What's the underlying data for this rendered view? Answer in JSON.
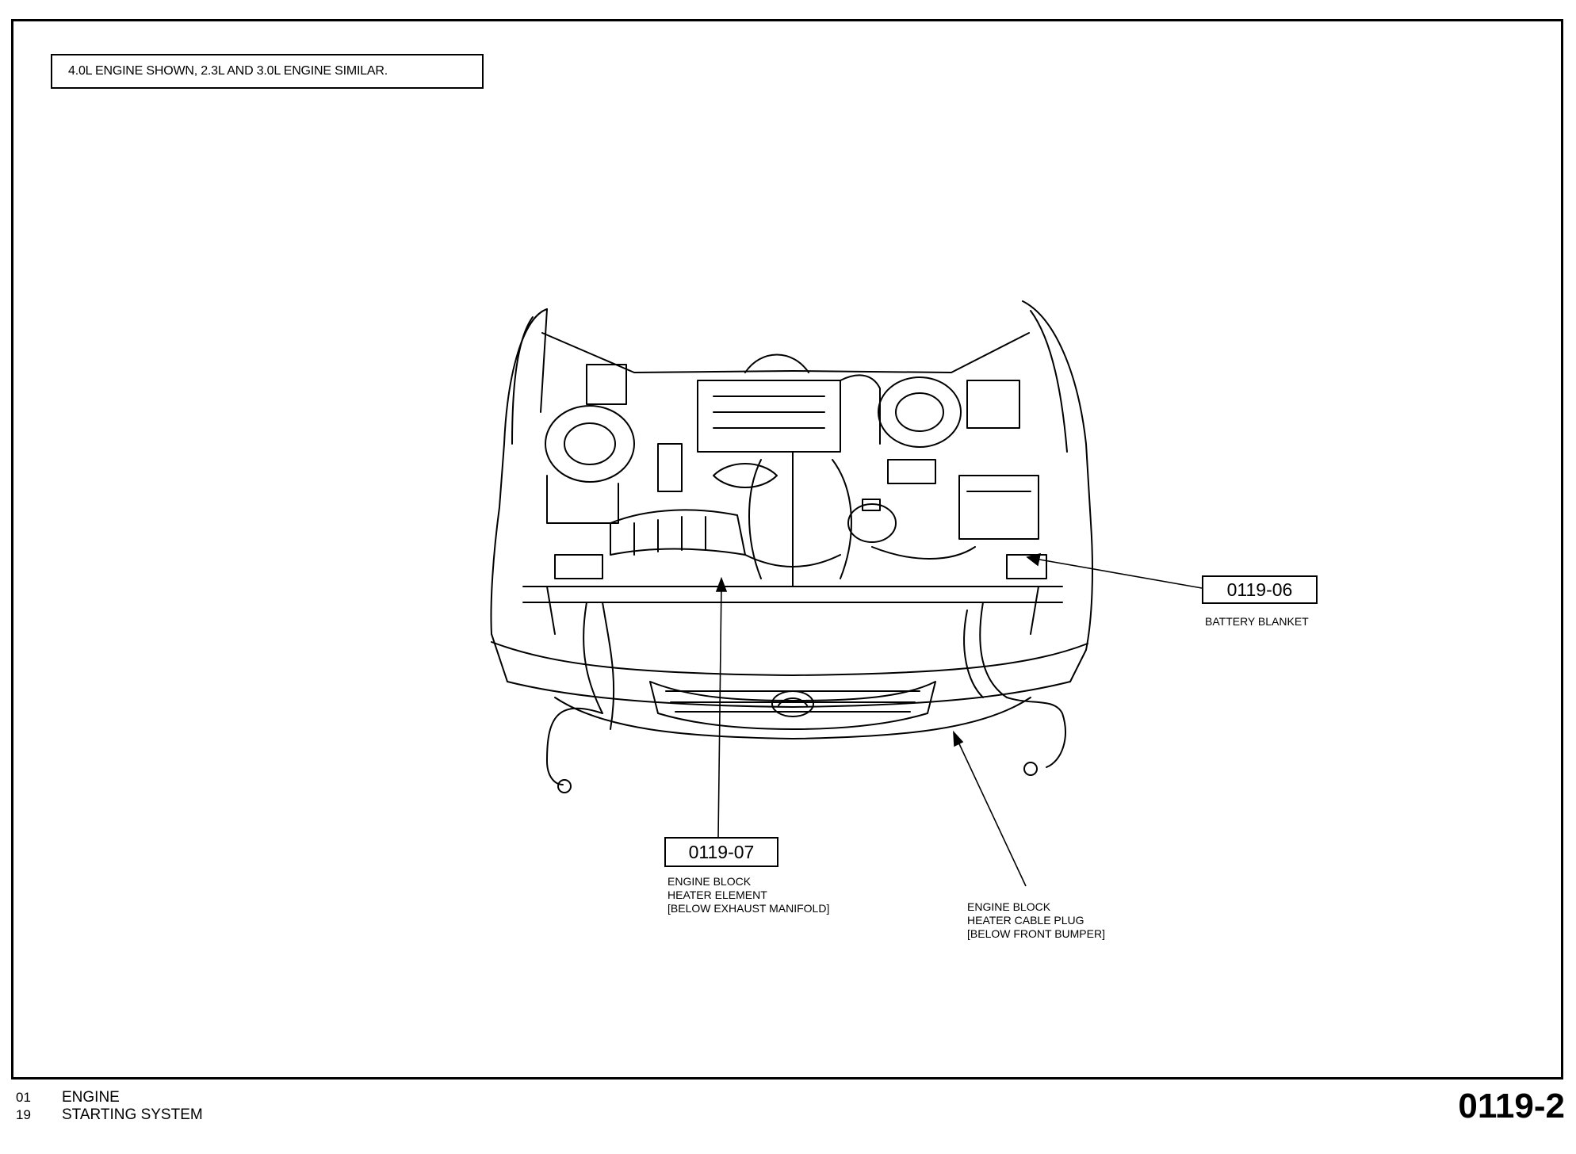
{
  "note": "4.0L ENGINE SHOWN, 2.3L AND 3.0L ENGINE SIMILAR.",
  "callouts": [
    {
      "code": "0119-06",
      "description": "BATTERY BLANKET"
    },
    {
      "code": "0119-07",
      "description": "ENGINE BLOCK\nHEATER ELEMENT\n[BELOW EXHAUST MANIFOLD]"
    }
  ],
  "unboxed_label": "ENGINE BLOCK\nHEATER CABLE PLUG\n[BELOW FRONT BUMPER]",
  "footer": {
    "section_code": "01",
    "section_name": "ENGINE",
    "subsection_code": "19",
    "subsection_name": "STARTING SYSTEM",
    "page_number": "0119-2"
  }
}
